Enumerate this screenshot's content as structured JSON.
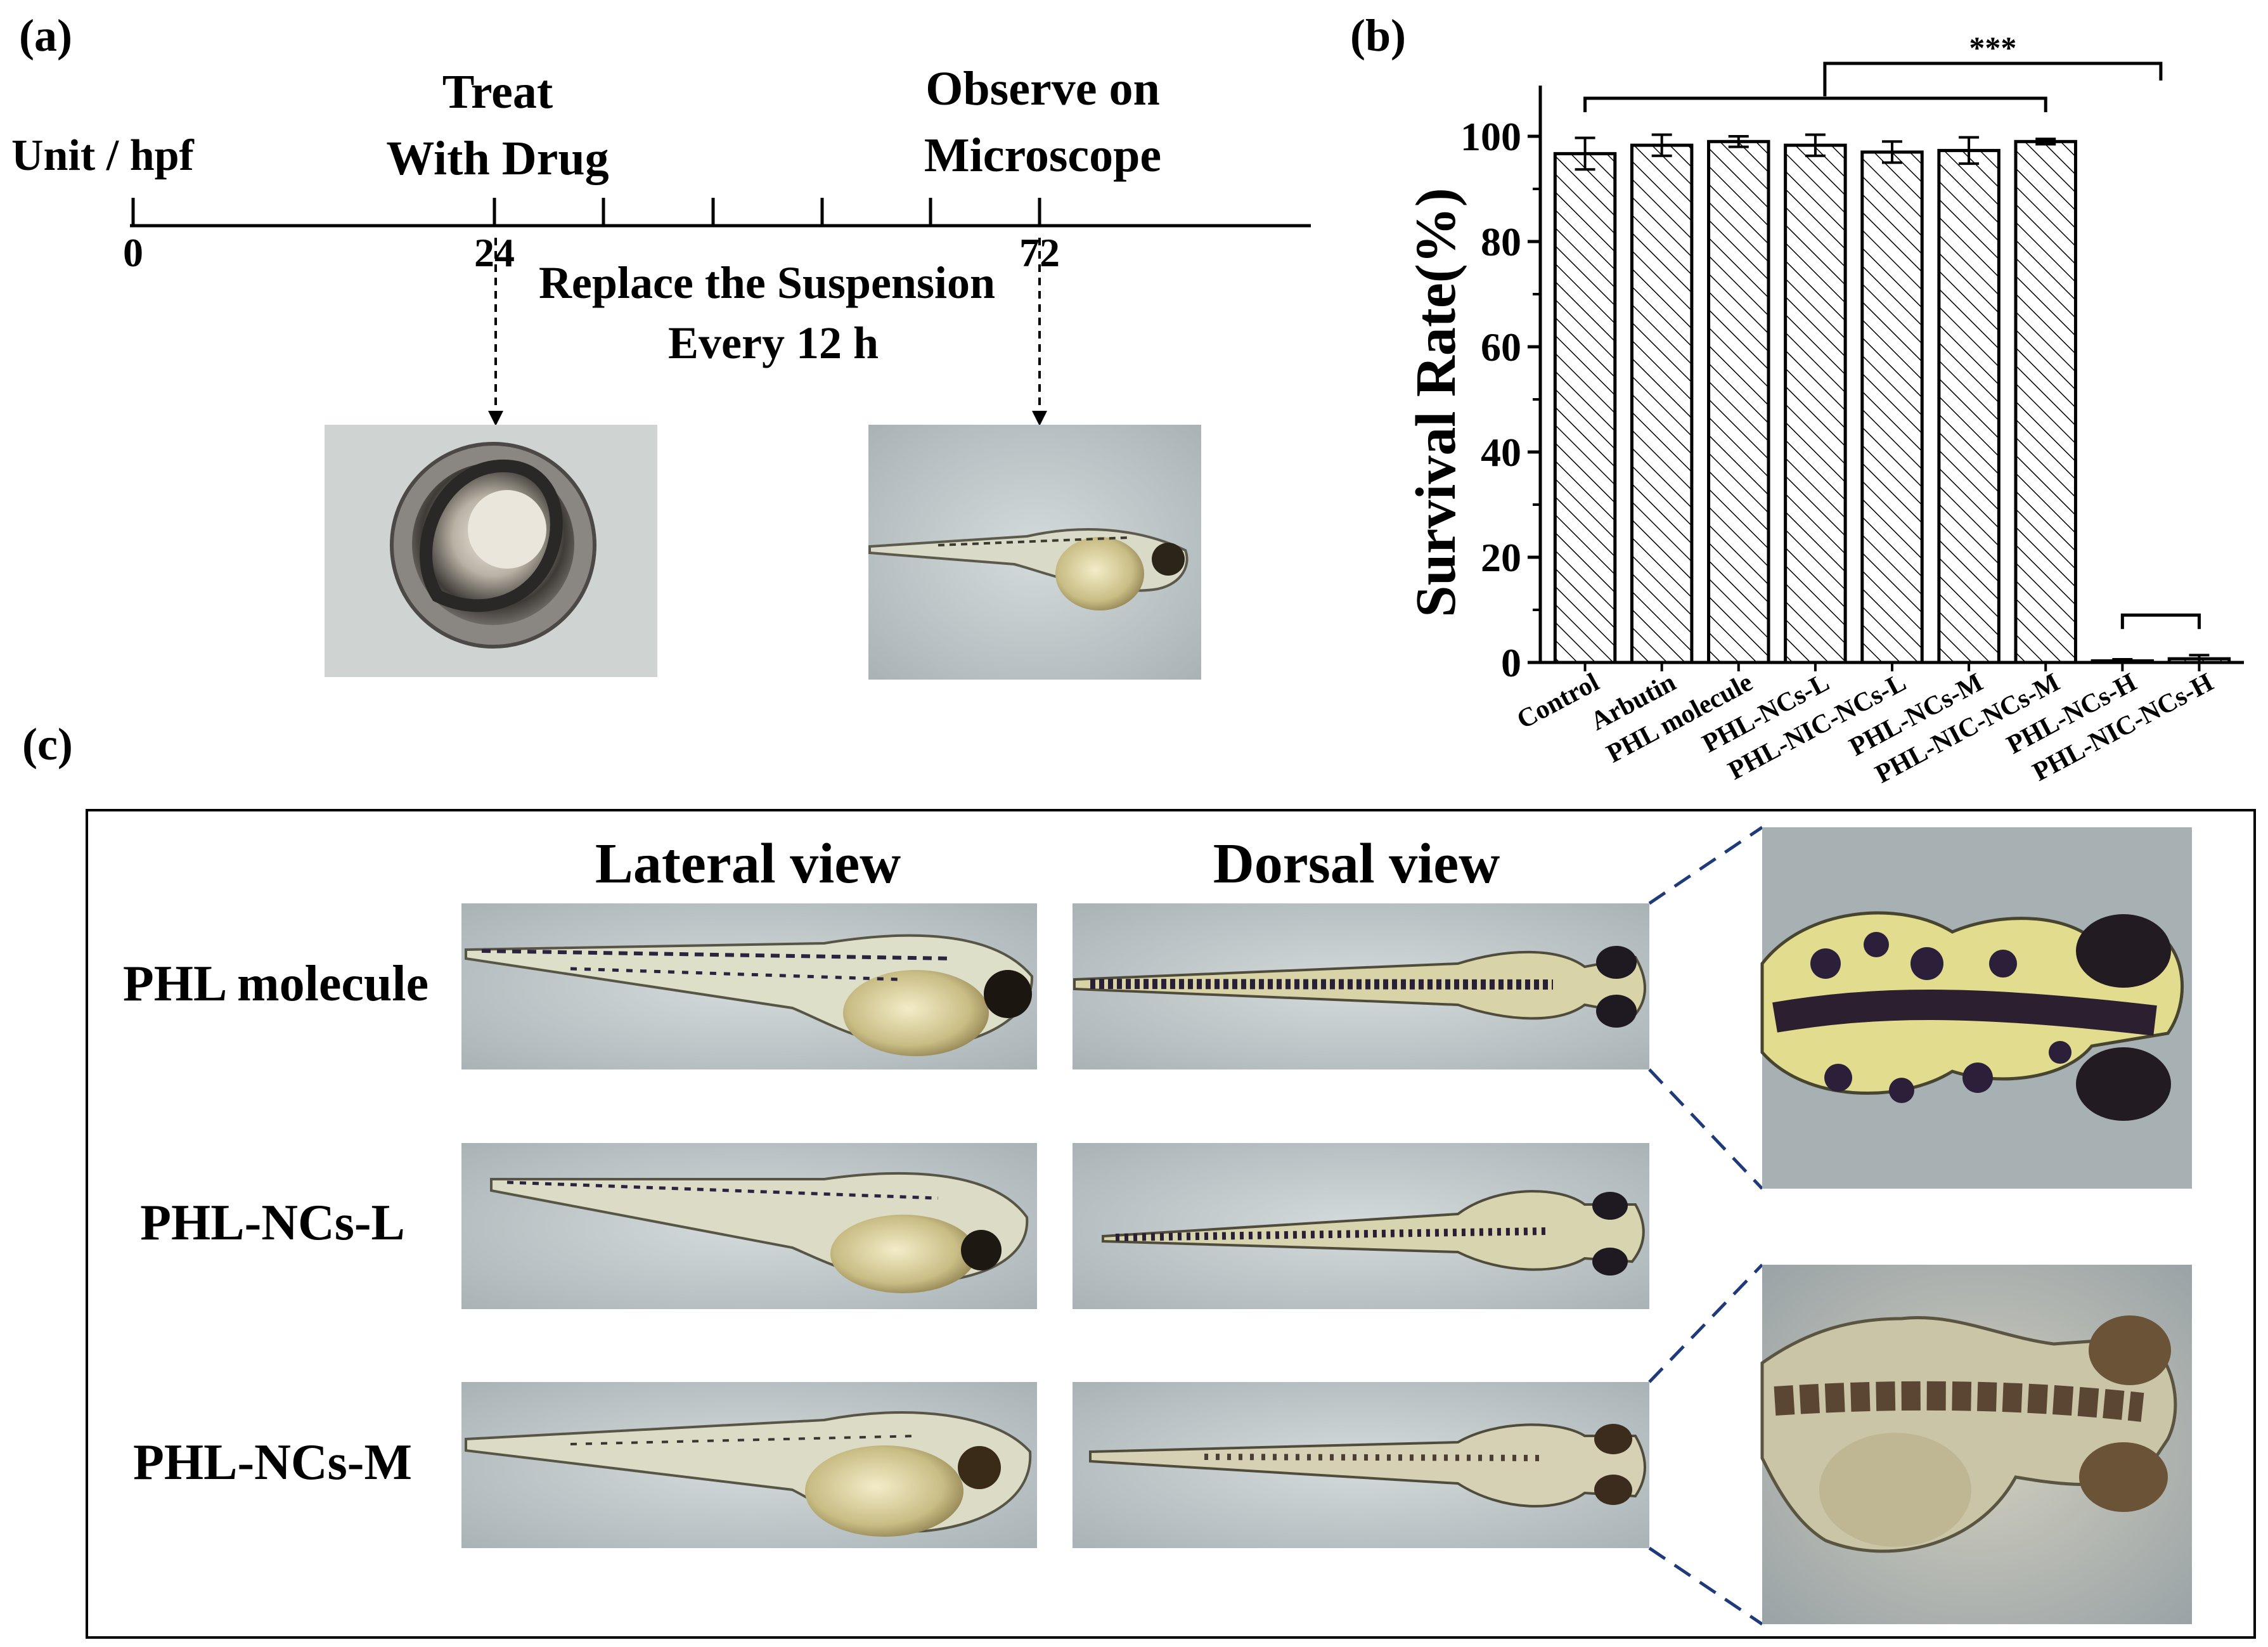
{
  "panel_a": {
    "label": "(a)",
    "unit": "Unit / hpf",
    "ticks": [
      "0",
      "24",
      "72"
    ],
    "treat": [
      "Treat",
      "With Drug"
    ],
    "observe": [
      "Observe on",
      "Microscope"
    ],
    "replace": [
      "Replace the Suspension",
      "Every 12 h"
    ]
  },
  "panel_b": {
    "label": "(b)"
  },
  "panel_c": {
    "label": "(c)",
    "col_lateral": "Lateral view",
    "col_dorsal": "Dorsal view",
    "rows": [
      "PHL molecule",
      "PHL-NCs-L",
      "PHL-NCs-M"
    ]
  },
  "colors": {
    "line": "#000000",
    "hatch": "#000000",
    "dashed_zoom": "#1f3a7a",
    "photo_bg": "#c6cfd2"
  },
  "chart_data": {
    "type": "bar",
    "title": "",
    "xlabel": "",
    "ylabel": "Survival Rate(%)",
    "ylim": [
      0,
      100
    ],
    "yticks": [
      0,
      20,
      40,
      60,
      80,
      100
    ],
    "categories": [
      "Control",
      "Arbutin",
      "PHL molecule",
      "PHL-NCs-L",
      "PHL-NIC-NCs-L",
      "PHL-NCs-M",
      "PHL-NIC-NCs-M",
      "PHL-NCs-H",
      "PHL-NIC-NCs-H"
    ],
    "values": [
      96.7,
      98.3,
      99.0,
      98.3,
      97.0,
      97.3,
      99.0,
      0.3,
      0.7
    ],
    "errors": [
      3.0,
      2.0,
      1.0,
      2.0,
      2.0,
      2.5,
      0.5,
      0.3,
      0.7
    ],
    "significance": "***",
    "bar_fill": "hatched"
  }
}
